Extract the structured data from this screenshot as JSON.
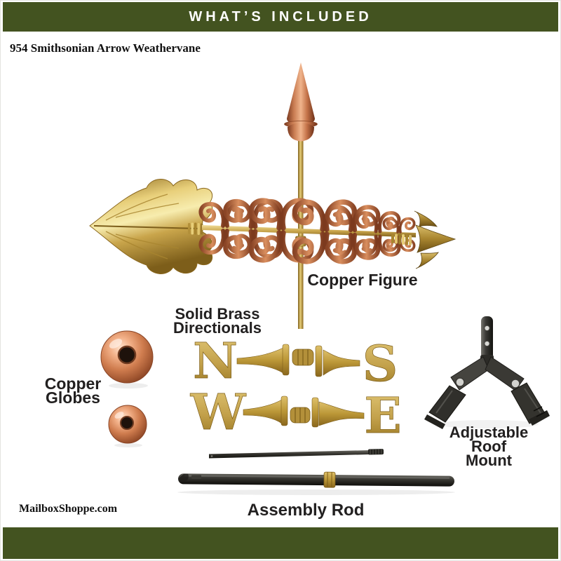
{
  "header": {
    "title": "WHAT’S INCLUDED",
    "background": "#435320",
    "text_color": "#ffffff"
  },
  "product_title": "954 Smithsonian Arrow Weathervane",
  "watermark": "MailboxShoppe.com",
  "footer": {
    "background": "#435320"
  },
  "labels": {
    "copper_figure": "Copper Figure",
    "solid_brass_directionals": [
      "Solid Brass",
      "Directionals"
    ],
    "copper_globes": [
      "Copper",
      "Globes"
    ],
    "adjustable_roof_mount": [
      "Adjustable",
      "Roof",
      "Mount"
    ],
    "assembly_rod": "Assembly Rod"
  },
  "directionals": {
    "north": "N",
    "south": "S",
    "west": "W",
    "east": "E"
  },
  "components": [
    "Copper Figure",
    "Solid Brass Directionals",
    "Copper Globes",
    "Adjustable Roof Mount",
    "Assembly Rod"
  ],
  "colors": {
    "banner_green": "#435320",
    "copper": "#c5784e",
    "brass": "#c9a54b",
    "dark_metal": "#35342f",
    "label_text": "#222020"
  }
}
